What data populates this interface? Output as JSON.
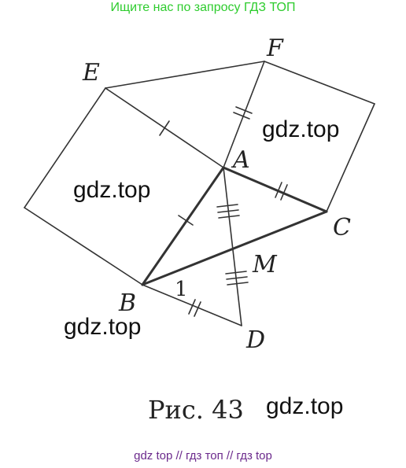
{
  "header": {
    "text": "Ищите нас по запросу ГДЗ ТОП"
  },
  "figure": {
    "points": {
      "E": "E",
      "F": "F",
      "A": "A",
      "C": "C",
      "M": "M",
      "B": "B",
      "D": "D"
    },
    "angle_label": "1",
    "caption": "Рис. 43",
    "line_color": "#333333"
  },
  "watermarks": [
    "gdz.top",
    "gdz.top",
    "gdz.top",
    "gdz.top"
  ],
  "footer": {
    "text": "gdz top  //  гдз топ  //  гдз top"
  },
  "colors": {
    "header": "#2ecc2e",
    "footer": "#6b2a8c"
  }
}
